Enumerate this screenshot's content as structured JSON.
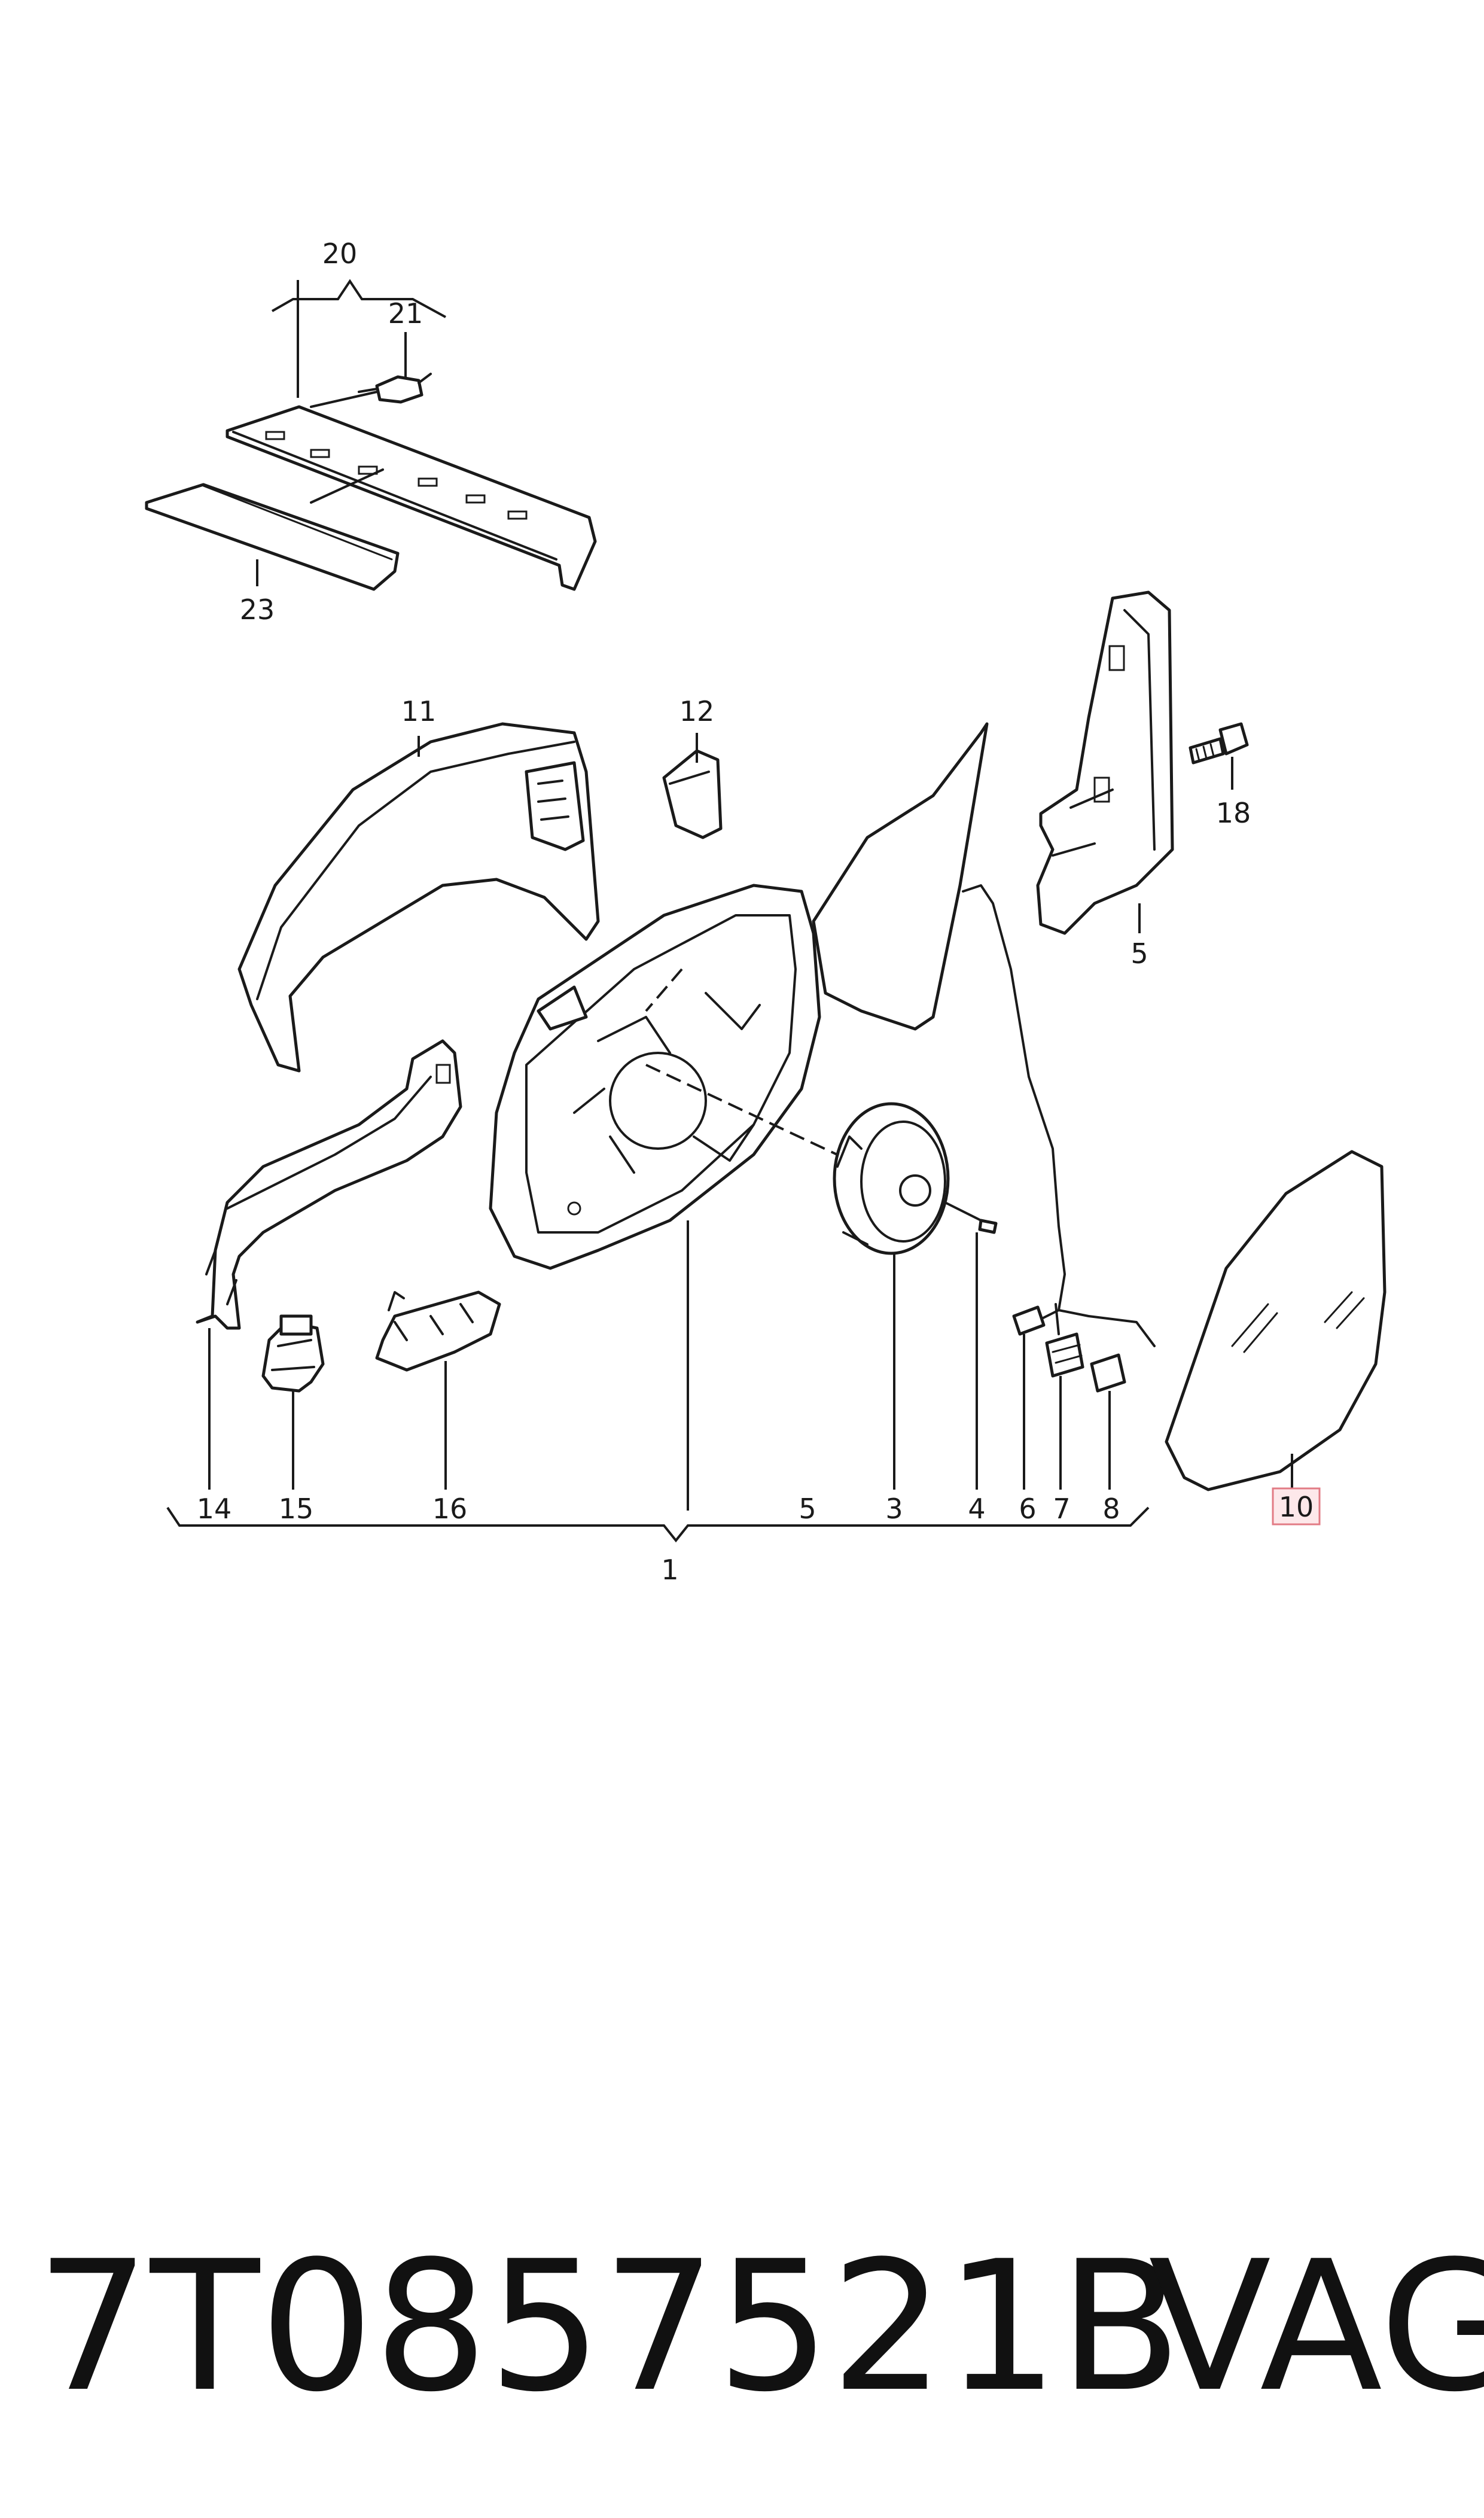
{
  "diagram": {
    "callouts": {
      "c1": "1",
      "c3": "3",
      "c4": "4",
      "c5a": "5",
      "c5b": "5",
      "c6": "6",
      "c7": "7",
      "c8": "8",
      "c10": "10",
      "c11": "11",
      "c12": "12",
      "c14": "14",
      "c15": "15",
      "c16": "16",
      "c18": "18",
      "c20": "20",
      "c21": "21",
      "c23": "23"
    },
    "highlighted_callout": "10",
    "highlight_color": "#fde8ea"
  },
  "footer": {
    "part_number": "7T0857521B",
    "brand": "VAG"
  }
}
